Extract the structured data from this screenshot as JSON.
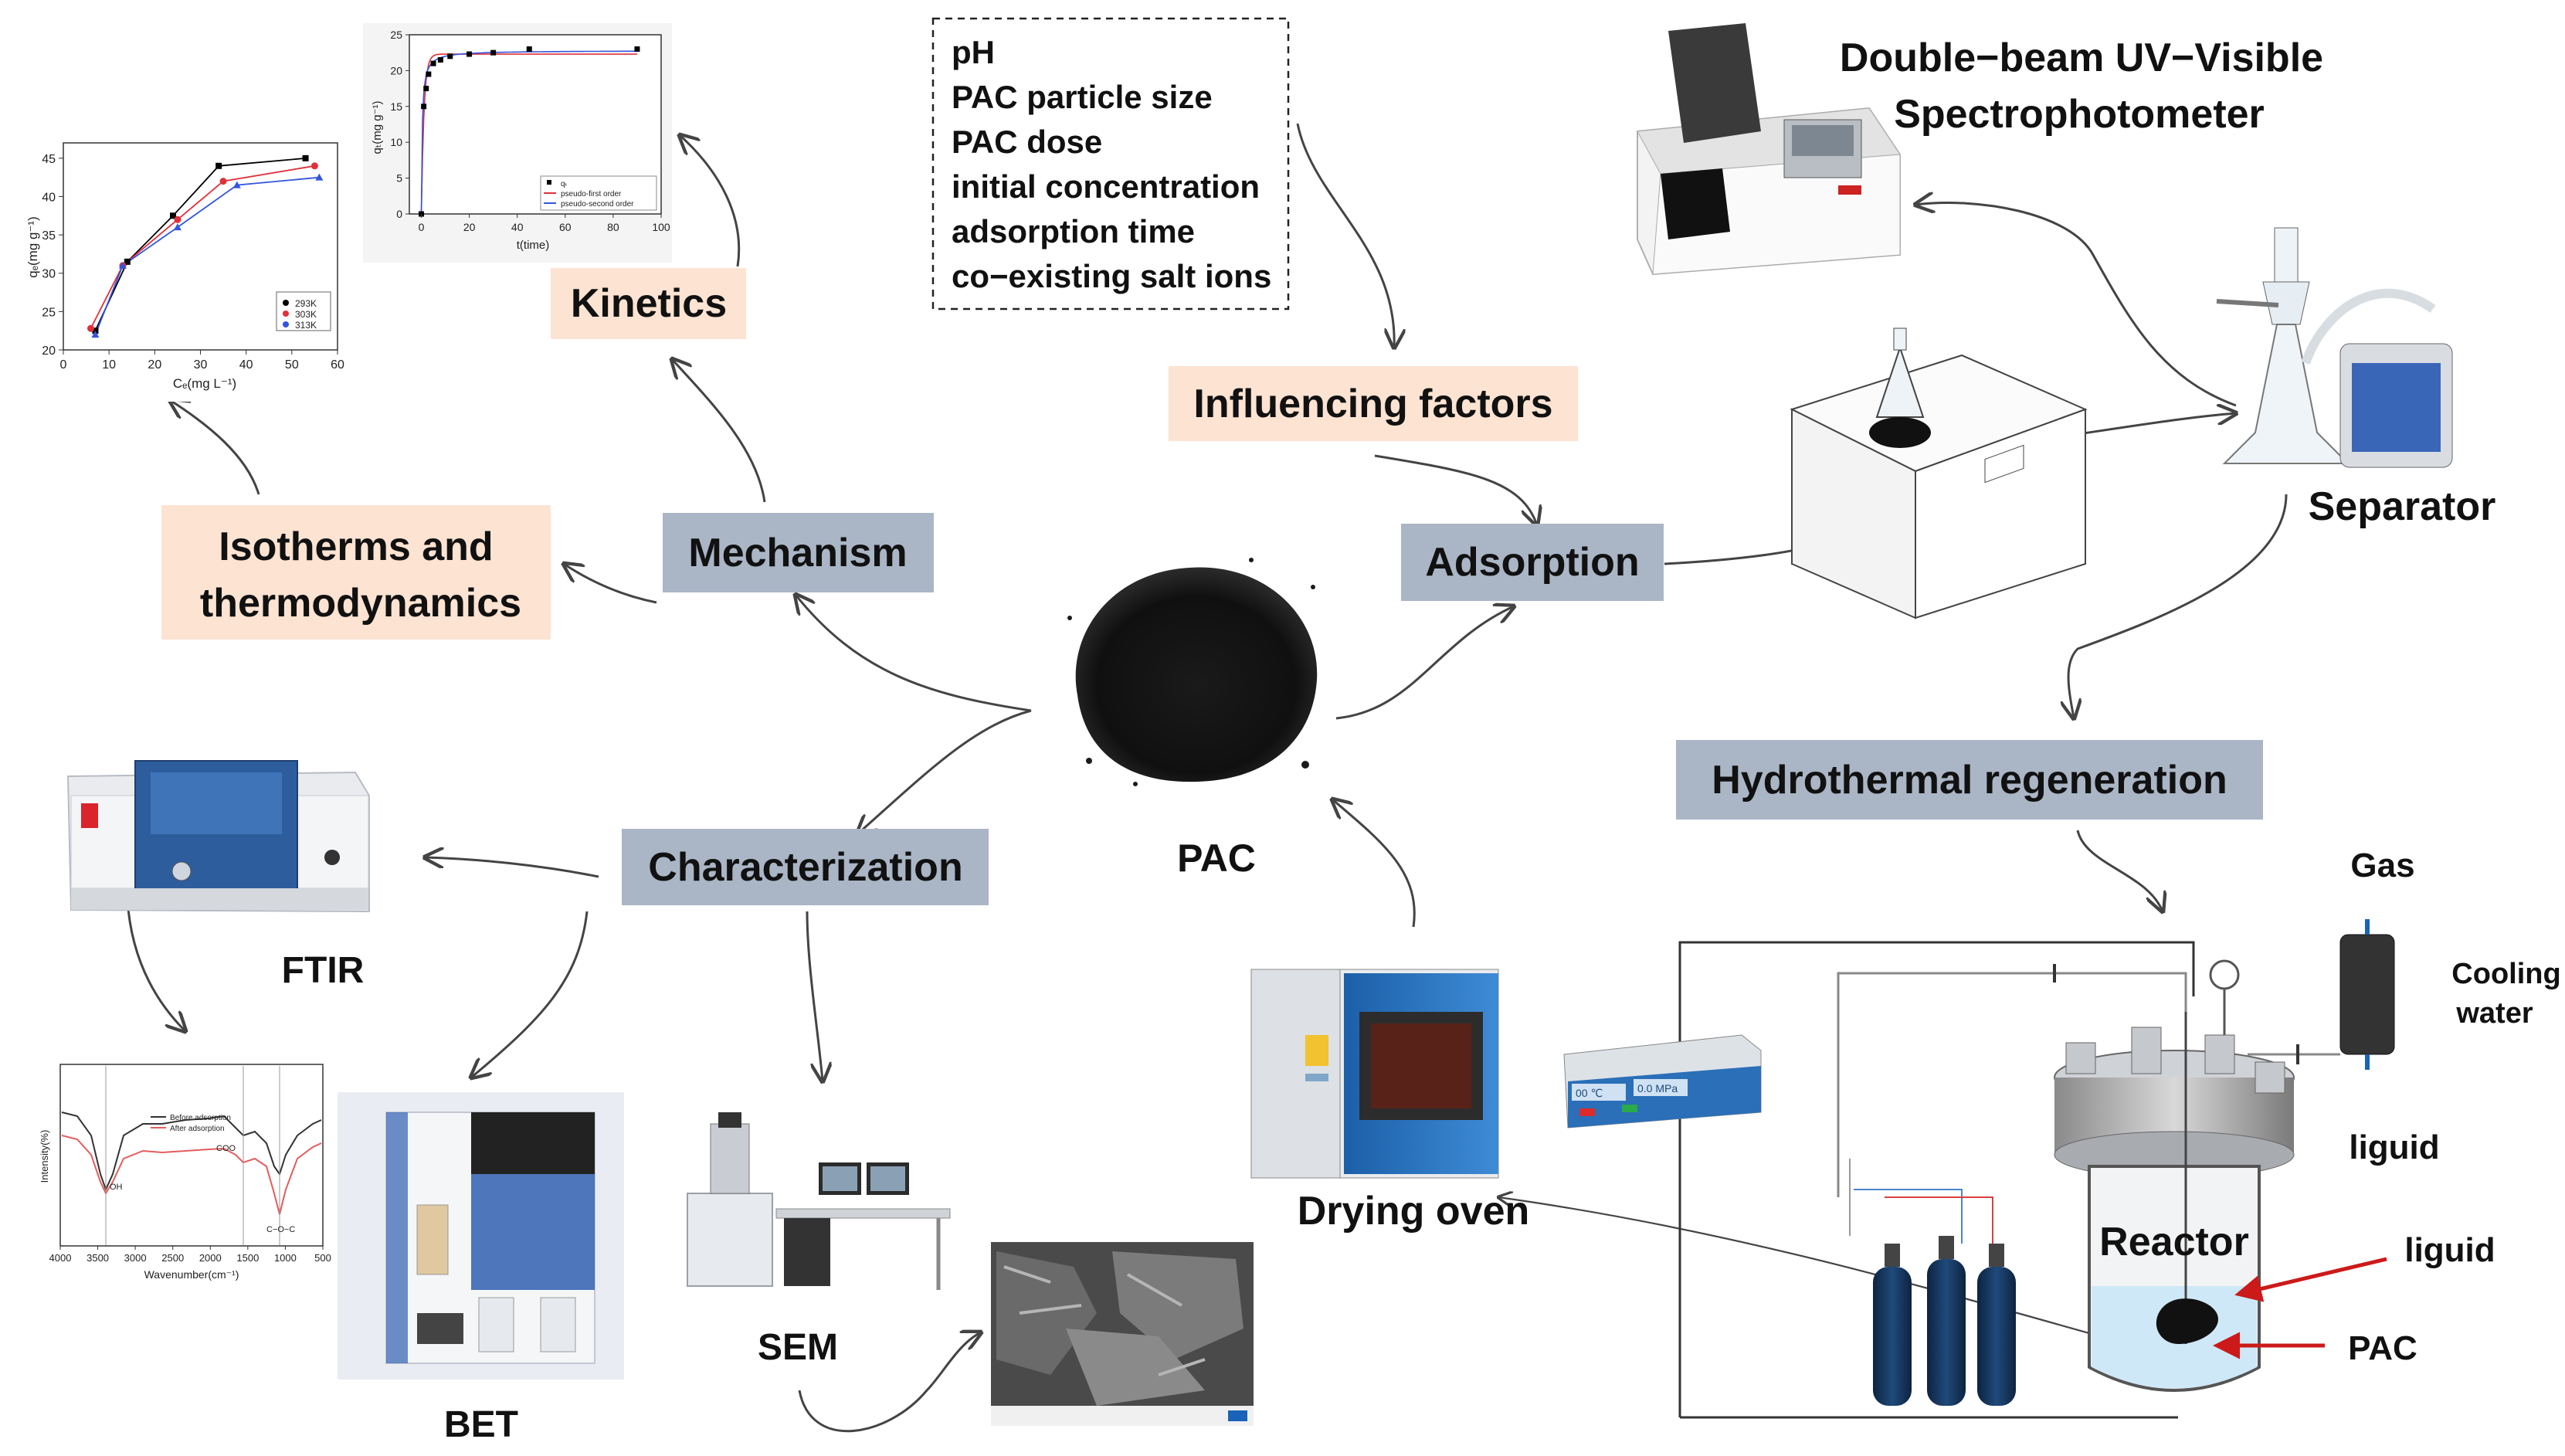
{
  "factors_list": [
    "pH",
    "PAC particle size",
    "PAC dose",
    "initial concentration",
    "adsorption time",
    "co−existing salt ions"
  ],
  "nodes": {
    "pac": "PAC",
    "mechanism": "Mechanism",
    "adsorption": "Adsorption",
    "characterization": "Characterization",
    "kinetics": "Kinetics",
    "isotherms_line1": "Isotherms and",
    "isotherms_line2": "thermodynamics",
    "influencing_factors": "Influencing factors",
    "hydrothermal_regeneration": "Hydrothermal regeneration"
  },
  "equipment": {
    "uv_line1": "Double−beam UV−Visible",
    "uv_line2": "Spectrophotometer",
    "separator": "Separator",
    "ftir": "FTIR",
    "bet": "BET",
    "sem": "SEM",
    "drying_oven": "Drying oven",
    "gas": "Gas",
    "cooling_line1": "Cooling",
    "cooling_line2": "water",
    "liquid_top": "liguid",
    "reactor": "Reactor",
    "liquid_side": "liguid",
    "pac_inside": "PAC",
    "controller_temp": "00 ℃",
    "controller_pressure": "0.0 MPa"
  },
  "isotherm_plot": {
    "ylabel": "qₑ(mg g⁻¹)",
    "xlabel": "Cₑ(mg L⁻¹)",
    "x_ticks": [
      "0",
      "10",
      "20",
      "30",
      "40",
      "50",
      "60"
    ],
    "y_ticks": [
      "20",
      "25",
      "30",
      "35",
      "40",
      "45"
    ],
    "xlim": [
      0,
      60
    ],
    "ylim": [
      20,
      47
    ],
    "legend": [
      "293K",
      "303K",
      "313K"
    ],
    "colors": [
      "#000000",
      "#e0303a",
      "#3355dd"
    ],
    "series": [
      {
        "name": "293K",
        "x": [
          7,
          14,
          24,
          34,
          53
        ],
        "y": [
          22.5,
          31.5,
          37.5,
          44,
          45
        ]
      },
      {
        "name": "303K",
        "x": [
          6,
          13,
          25,
          35,
          55
        ],
        "y": [
          22.8,
          31,
          37,
          42,
          44
        ]
      },
      {
        "name": "313K",
        "x": [
          7,
          13,
          25,
          38,
          56
        ],
        "y": [
          22,
          31,
          36,
          41.5,
          42.5
        ]
      }
    ]
  },
  "kinetics_plot": {
    "ylabel": "qₜ(mg g⁻¹)",
    "xlabel": "t(time)",
    "x_ticks": [
      "0",
      "20",
      "40",
      "60",
      "80",
      "100"
    ],
    "y_ticks": [
      "0",
      "5",
      "10",
      "15",
      "20",
      "25"
    ],
    "xlim": [
      -5,
      100
    ],
    "ylim": [
      0,
      25
    ],
    "legend": [
      "qₜ",
      "pseudo-first order",
      "pseudo-second order"
    ],
    "colors": [
      "#000000",
      "#e0303a",
      "#3355dd"
    ],
    "points": {
      "x": [
        0,
        1,
        2,
        3,
        5,
        8,
        12,
        20,
        30,
        45,
        90
      ],
      "y": [
        0,
        15,
        17.5,
        19.5,
        21,
        21.5,
        22,
        22.3,
        22.5,
        23,
        23
      ]
    }
  },
  "ftir_plot": {
    "ylabel": "Intensity(%)",
    "xlabel": "Wavenumber(cm⁻¹)",
    "x_ticks": [
      "4000",
      "3500",
      "3000",
      "2500",
      "2000",
      "1500",
      "1000",
      "500"
    ],
    "legend": [
      "Before adsorption",
      "After adsorption"
    ],
    "annotations": [
      "OH",
      "COO",
      "C−O−C"
    ]
  }
}
